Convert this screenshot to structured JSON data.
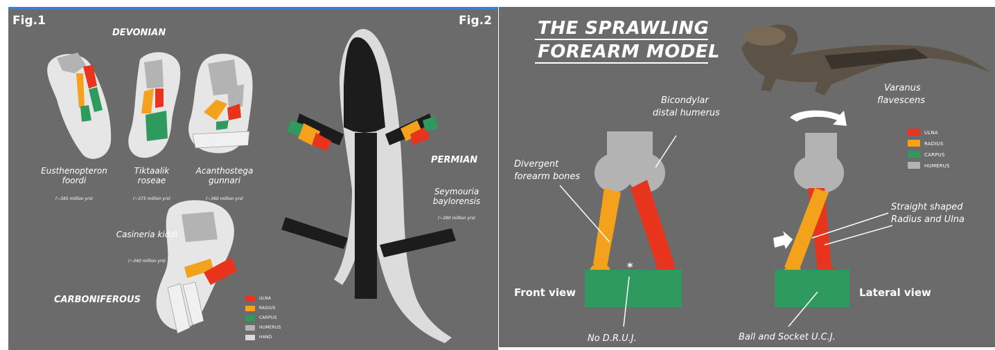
{
  "colors": {
    "background": "#6b6b6b",
    "ulna": "#e8341c",
    "radius": "#f4a11c",
    "carpus": "#2e9a5e",
    "humerus": "#b3b3b3",
    "hand": "#d9d9d9",
    "outline": "#e6e6e6",
    "top_border": "#3a7fd0"
  },
  "fig1": {
    "label": "Fig.1",
    "period_devonian": "DEVONIAN",
    "period_carboniferous": "CARBONIFEROUS",
    "period_permian": "PERMIAN",
    "species": [
      {
        "name": "Eusthenopteron foordi",
        "age": "(~385 million yrs)"
      },
      {
        "name": "Tiktaalik roseae",
        "age": "(~375 million yrs)"
      },
      {
        "name": "Acanthostega gunnari",
        "age": "(~360 million yrs)"
      },
      {
        "name": "Casineria kiddi",
        "age": "(~340 million yrs)"
      },
      {
        "name": "Seymouria baylorensis",
        "age": "(~280 million yrs)"
      }
    ],
    "legend": [
      "ULNA",
      "RADIUS",
      "CARPUS",
      "HUMERUS",
      "HAND"
    ]
  },
  "fig2": {
    "label": "Fig.2",
    "title_line1": "THE SPRAWLING",
    "title_line2": "FOREARM MODEL",
    "species_line1": "Varanus",
    "species_line2": "flavescens",
    "legend": [
      "ULNA",
      "RADIUS",
      "CARPUS",
      "HUMERUS"
    ],
    "annotations": {
      "bicondylar_1": "Bicondylar",
      "bicondylar_2": "distal humerus",
      "divergent_1": "Divergent",
      "divergent_2": "forearm bones",
      "straight_1": "Straight shaped",
      "straight_2": "Radius and Ulna",
      "front_view": "Front view",
      "lateral_view": "Lateral view",
      "no_druj": "No D.R.U.J.",
      "ball_socket": "Ball and Socket U.C.J.",
      "asterisk": "*"
    }
  }
}
